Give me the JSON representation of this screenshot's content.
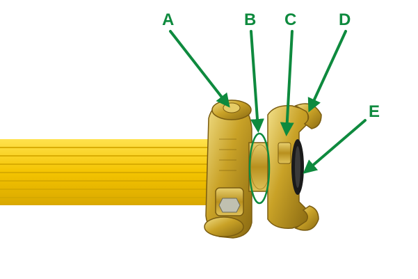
{
  "labels": {
    "a": "A",
    "b": "B",
    "c": "C",
    "d": "D",
    "e": "E"
  },
  "colors": {
    "callout": "#0e8a3e",
    "hose": "#f4c400",
    "brass": "#c9a227",
    "gasket": "#1a1a1a"
  },
  "icons": {
    "subject": "hose-coupling-illustration"
  }
}
